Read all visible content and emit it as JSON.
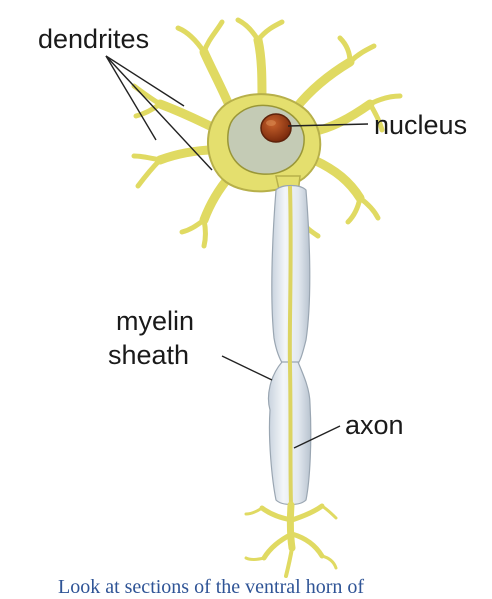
{
  "labels": {
    "dendrites": "dendrites",
    "nucleus": "nucleus",
    "myelin_line1": "myelin",
    "myelin_line2": "sheath",
    "axon": "axon"
  },
  "caption": "Look at sections of the ventral horn of",
  "colors": {
    "cell_body": "#e4df6e",
    "cell_outline": "#8d8a2e",
    "nucleus": "#9a3c14",
    "myelin": "#e7ecf2",
    "caption": "#2f5496"
  }
}
